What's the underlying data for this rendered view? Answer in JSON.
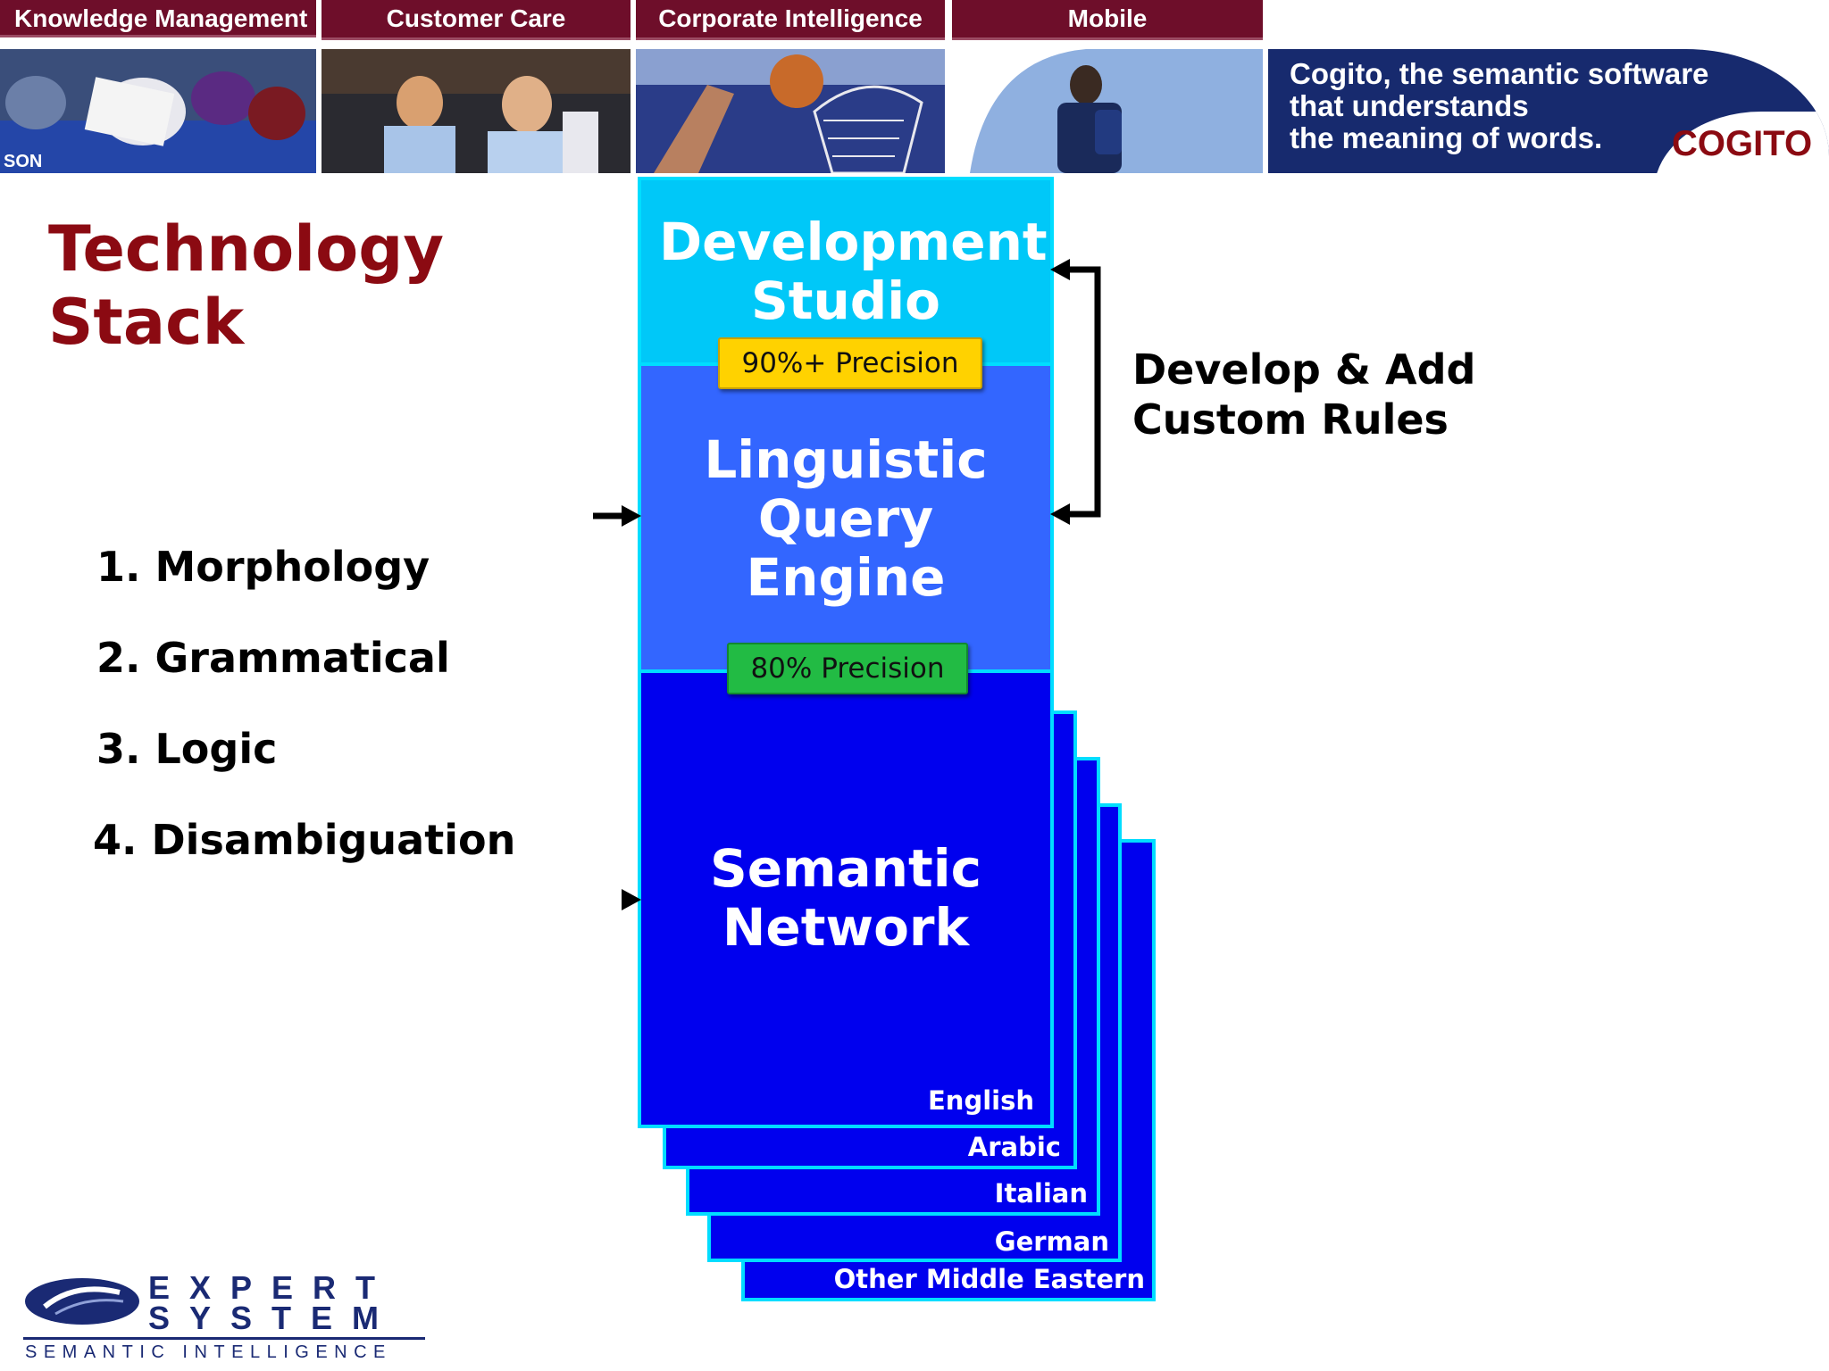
{
  "nav": {
    "tabs": [
      "Knowledge Management",
      "Customer Care",
      "Corporate Intelligence",
      "Mobile"
    ]
  },
  "banner": {
    "tagline": "Cogito, the semantic software\nthat understands\nthe meaning of words.",
    "logo": "COGITO"
  },
  "page": {
    "title": "Technology Stack",
    "steps": [
      "1. Morphology",
      "2. Grammatical",
      "3. Logic",
      "4. Disambiguation"
    ]
  },
  "stack": {
    "studio": {
      "title": "Development Studio",
      "color": "#00c8f8"
    },
    "engine": {
      "title": "Linguistic Query Engine",
      "color": "#3366ff"
    },
    "network": {
      "title": "Semantic Network",
      "color": "#0000ee"
    },
    "badges": {
      "top": {
        "label": "90%+ Precision",
        "color": "#ffd200"
      },
      "bottom": {
        "label": "80% Precision",
        "color": "#22bb44"
      }
    },
    "languages": [
      "English",
      "Arabic",
      "Italian",
      "German",
      "Other Middle Eastern"
    ],
    "side_label": "Develop & Add\nCustom Rules"
  },
  "footer": {
    "logo_line1": "EXPERT",
    "logo_line2": "SYSTEM",
    "logo_tagline": "SEMANTIC INTELLIGENCE"
  }
}
